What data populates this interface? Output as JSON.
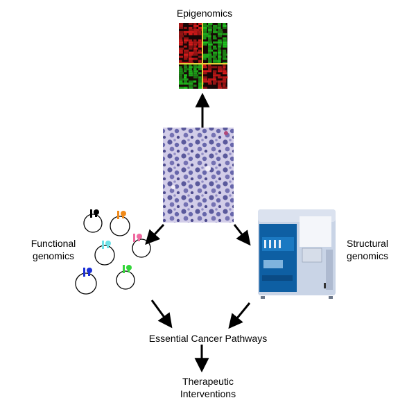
{
  "labels": {
    "epigenomics": "Epigenomics",
    "functional_line1": "Functional",
    "functional_line2": "genomics",
    "structural_line1": "Structural",
    "structural_line2": "genomics",
    "essential": "Essential Cancer Pathways",
    "therapeutic_line1": "Therapeutic",
    "therapeutic_line2": "Interventions"
  },
  "colors": {
    "heatmap_red": "#d81b1b",
    "heatmap_green": "#1fc21f",
    "heatmap_divider": "#e8d23a",
    "tissue_bg": "#c9c4e3",
    "tissue_cell": "#4b4a93",
    "instrument_body": "#c9d4e6",
    "instrument_panel": "#0e5fa3",
    "arrow": "#000000"
  },
  "plasmids": [
    {
      "marker_color": "#000000"
    },
    {
      "marker_color": "#f08a1a"
    },
    {
      "marker_color": "#ef6aa0"
    },
    {
      "marker_color": "#6fe0e6"
    },
    {
      "marker_color": "#1a2fd6"
    },
    {
      "marker_color": "#33d63a"
    }
  ]
}
